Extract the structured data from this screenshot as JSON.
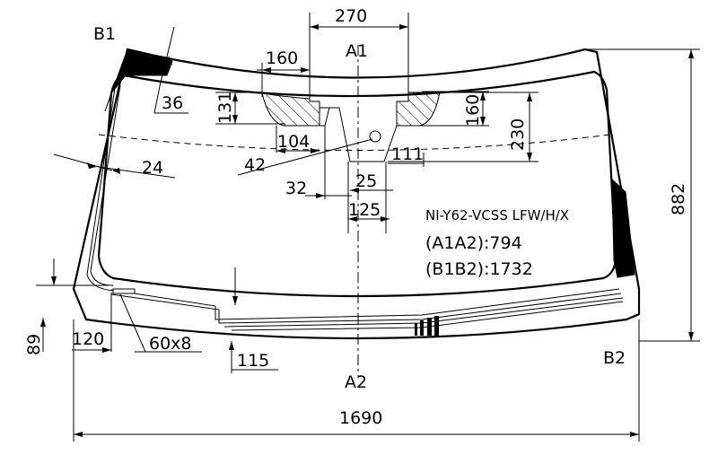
{
  "part_code": "NI-Y62-VCSS LFW/H/X",
  "a1a2": "(A1A2):794",
  "b1b2": "(B1B2):1732",
  "points": {
    "a1": "A1",
    "a2": "A2",
    "b1": "B1",
    "b2": "B2"
  },
  "dimensions": {
    "d270": "270",
    "d160_top": "160",
    "d131": "131",
    "d36": "36",
    "d104": "104",
    "d160_right": "160",
    "d230": "230",
    "d24": "24",
    "d42": "42",
    "d111": "111",
    "d32": "32",
    "d25": "25",
    "d125": "125",
    "d882": "882",
    "d89": "89",
    "d120": "120",
    "d60x8": "60x8",
    "d115": "115",
    "d1690": "1690"
  }
}
